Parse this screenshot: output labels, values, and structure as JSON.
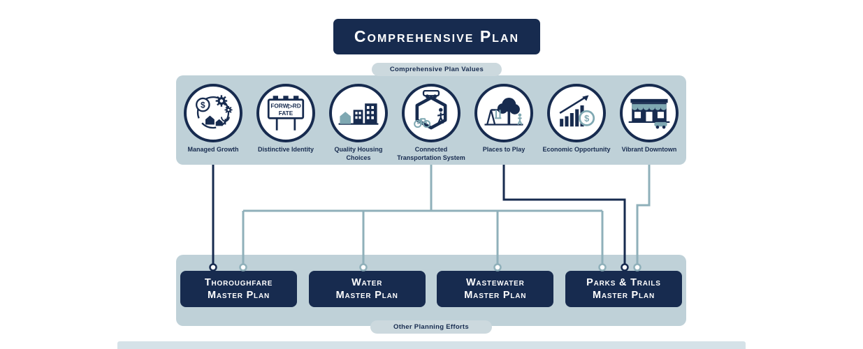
{
  "header": {
    "title": "Comprehensive Plan"
  },
  "values_panel": {
    "pill_label": "Comprehensive Plan Values",
    "items": [
      {
        "label": "Managed Growth"
      },
      {
        "label": "Distinctive Identity",
        "billboard": {
          "line1": "FORW▷RD",
          "line2": "FATE"
        }
      },
      {
        "label": "Quality Housing Choices"
      },
      {
        "label": "Connected Transportation System"
      },
      {
        "label": "Places to Play"
      },
      {
        "label": "Economic Opportunity"
      },
      {
        "label": "Vibrant Downtown"
      }
    ]
  },
  "plans_panel": {
    "pill_label": "Other Planning Efforts",
    "plans": [
      {
        "line1": "Thoroughfare",
        "line2": "Master Plan"
      },
      {
        "line1": "Water",
        "line2": "Master Plan"
      },
      {
        "line1": "Wastewater",
        "line2": "Master Plan"
      },
      {
        "line1": "Parks & Trails",
        "line2": "Master Plan"
      }
    ]
  },
  "symbols": {
    "dollar": "$"
  },
  "colors": {
    "navy": "#172b4f",
    "panel_blue": "#bfd1d8",
    "teal": "#7fa8b2",
    "line_teal": "#8fb0ba",
    "pill_blue": "#ccd9de"
  }
}
